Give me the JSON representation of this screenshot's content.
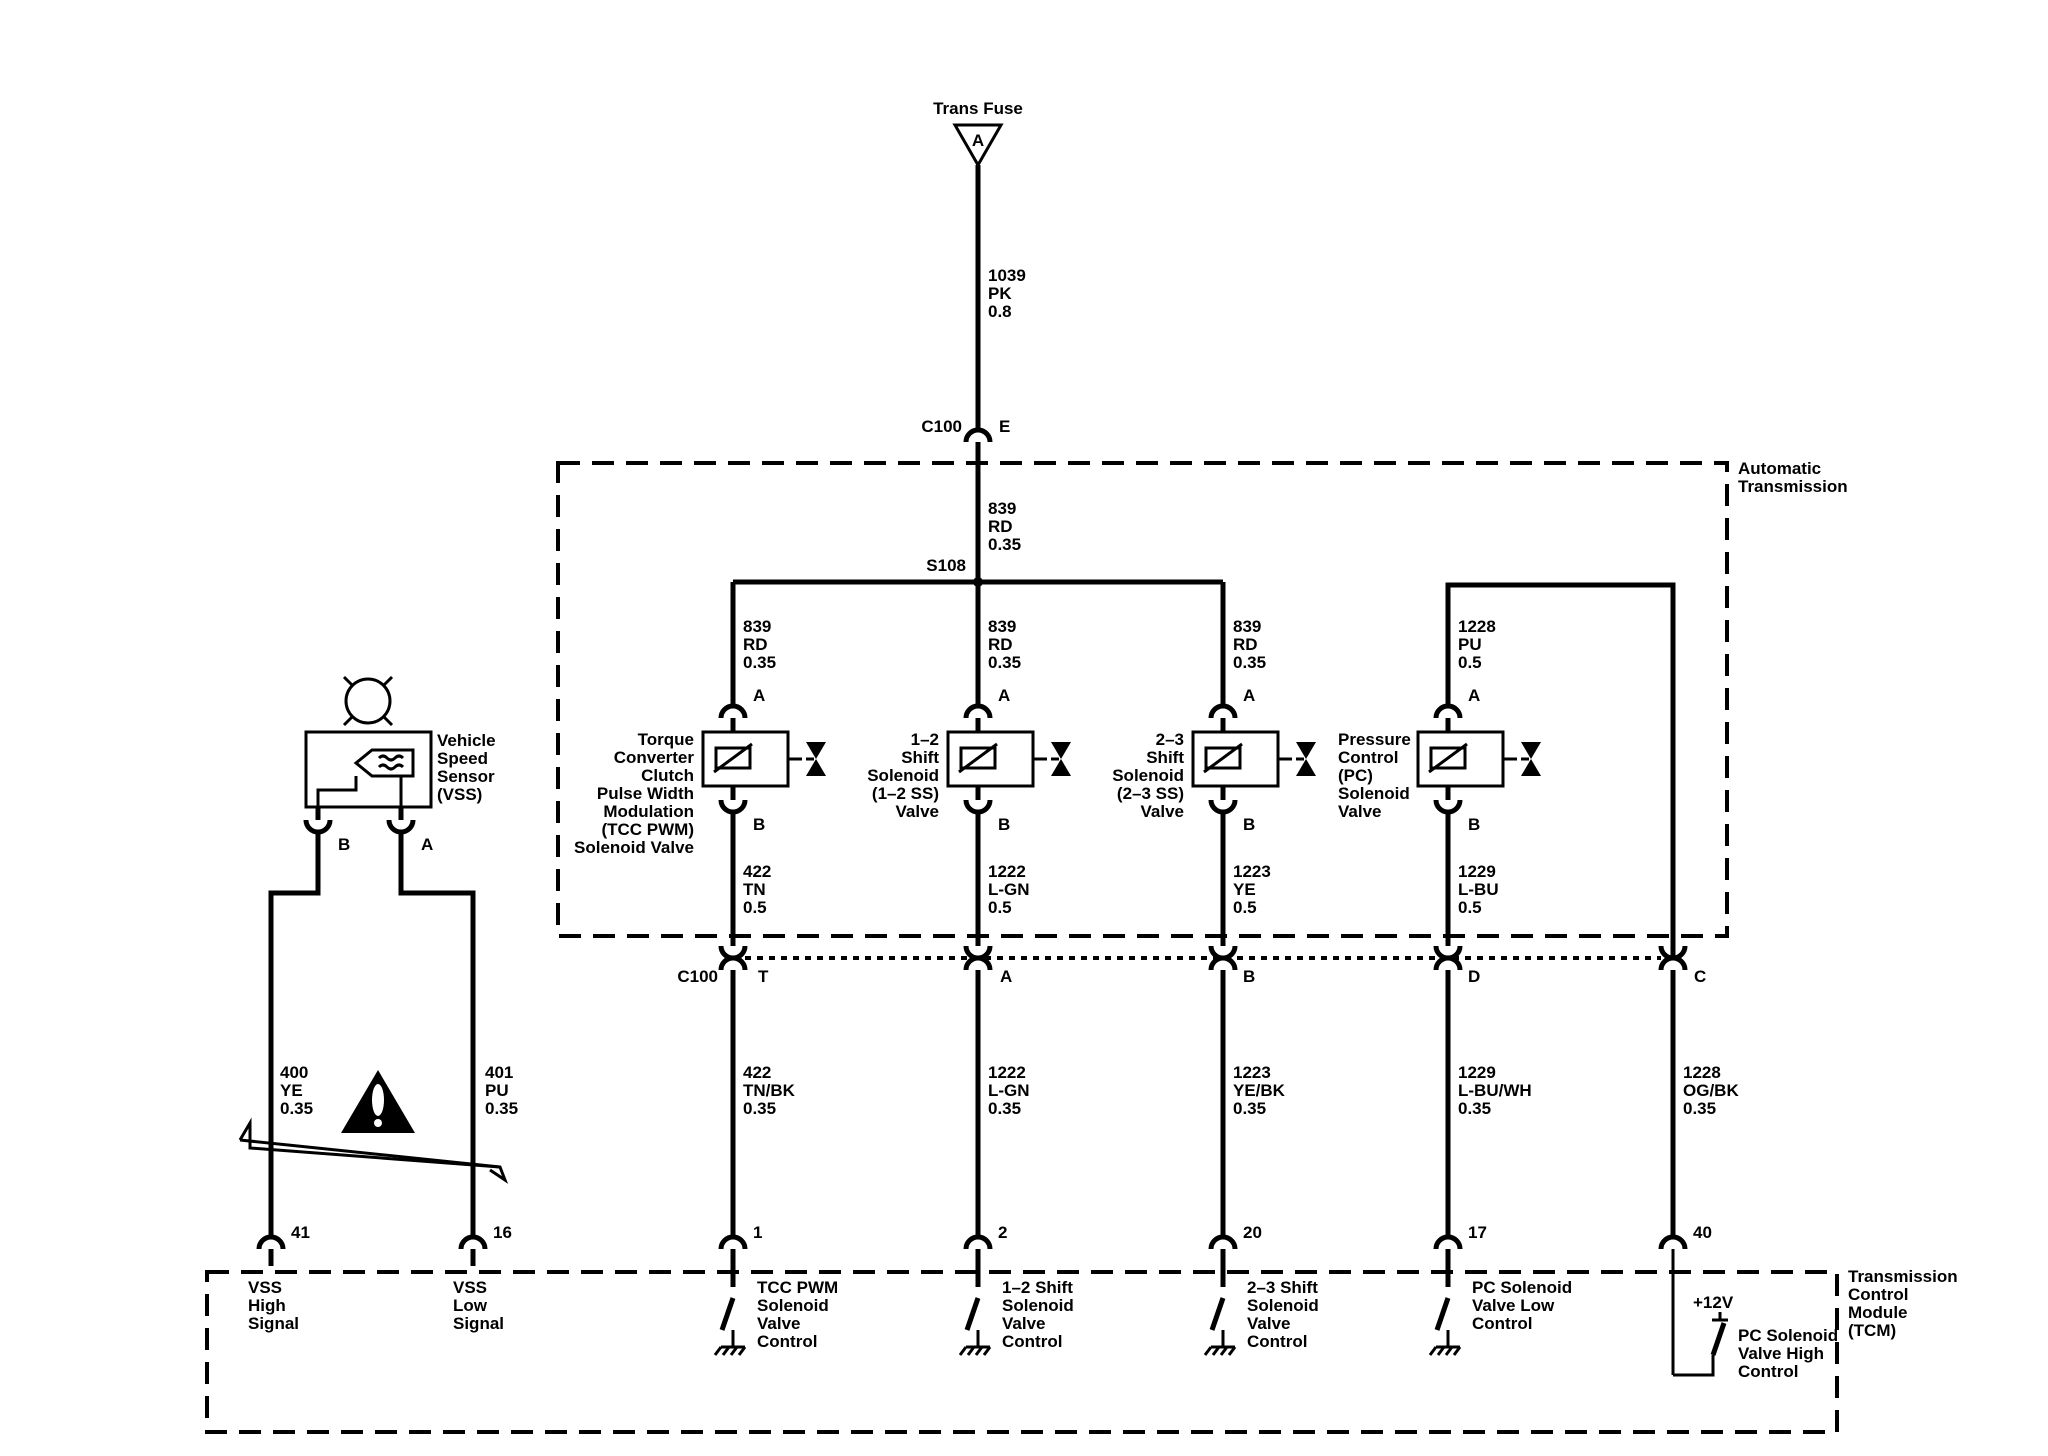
{
  "fuse": {
    "label": "Trans Fuse",
    "letter": "A"
  },
  "feed_wire": {
    "circuit": "1039",
    "color": "PK",
    "gauge": "0.8"
  },
  "c100_top": {
    "name": "C100",
    "pin": "E"
  },
  "transmission_label": [
    "Automatic",
    "Transmission"
  ],
  "splice_wire": {
    "circuit": "839",
    "color": "RD",
    "gauge": "0.35"
  },
  "splice": "S108",
  "solenoids": [
    {
      "id": "tcc",
      "name": [
        "Torque",
        "Converter",
        "Clutch",
        "Pulse Width",
        "Modulation",
        "(TCC PWM)",
        "Solenoid Valve"
      ],
      "pin_a": "A",
      "pin_b": "B",
      "upper": {
        "circuit": "839",
        "color": "RD",
        "gauge": "0.35"
      },
      "lower": {
        "circuit": "422",
        "color": "TN",
        "gauge": "0.5"
      },
      "c100_pin": "T",
      "harness": {
        "circuit": "422",
        "color": "TN/BK",
        "gauge": "0.35"
      },
      "tcm_pin": "1",
      "tcm_label": [
        "TCC PWM",
        "Solenoid",
        "Valve",
        "Control"
      ]
    },
    {
      "id": "ss12",
      "name": [
        "1–2",
        "Shift",
        "Solenoid",
        "(1–2 SS)",
        "Valve"
      ],
      "pin_a": "A",
      "pin_b": "B",
      "upper": {
        "circuit": "839",
        "color": "RD",
        "gauge": "0.35"
      },
      "lower": {
        "circuit": "1222",
        "color": "L-GN",
        "gauge": "0.5"
      },
      "c100_pin": "A",
      "harness": {
        "circuit": "1222",
        "color": "L-GN",
        "gauge": "0.35"
      },
      "tcm_pin": "2",
      "tcm_label": [
        "1–2 Shift",
        "Solenoid",
        "Valve",
        "Control"
      ]
    },
    {
      "id": "ss23",
      "name": [
        "2–3",
        "Shift",
        "Solenoid",
        "(2–3 SS)",
        "Valve"
      ],
      "pin_a": "A",
      "pin_b": "B",
      "upper": {
        "circuit": "839",
        "color": "RD",
        "gauge": "0.35"
      },
      "lower": {
        "circuit": "1223",
        "color": "YE",
        "gauge": "0.5"
      },
      "c100_pin": "B",
      "harness": {
        "circuit": "1223",
        "color": "YE/BK",
        "gauge": "0.35"
      },
      "tcm_pin": "20",
      "tcm_label": [
        "2–3 Shift",
        "Solenoid",
        "Valve",
        "Control"
      ]
    },
    {
      "id": "pc",
      "name": [
        "Pressure",
        "Control",
        "(PC)",
        "Solenoid",
        "Valve"
      ],
      "pin_a": "A",
      "pin_b": "B",
      "upper": {
        "circuit": "1228",
        "color": "PU",
        "gauge": "0.5"
      },
      "lower": {
        "circuit": "1229",
        "color": "L-BU",
        "gauge": "0.5"
      },
      "c100_pin": "D",
      "harness": {
        "circuit": "1229",
        "color": "L-BU/WH",
        "gauge": "0.35"
      },
      "tcm_pin": "17",
      "tcm_label": [
        "PC Solenoid",
        "Valve Low",
        "Control"
      ]
    }
  ],
  "pc_high": {
    "c100_pin": "C",
    "harness": {
      "circuit": "1228",
      "color": "OG/BK",
      "gauge": "0.35"
    },
    "tcm_pin": "40",
    "voltage": "+12V",
    "tcm_label": [
      "PC Solenoid",
      "Valve High",
      "Control"
    ]
  },
  "c100_bottom": {
    "name": "C100"
  },
  "vss": {
    "name": [
      "Vehicle",
      "Speed",
      "Sensor",
      "(VSS)"
    ],
    "pin_b": "B",
    "pin_a": "A",
    "wire_high": {
      "circuit": "400",
      "color": "YE",
      "gauge": "0.35"
    },
    "wire_low": {
      "circuit": "401",
      "color": "PU",
      "gauge": "0.35"
    },
    "tcm_pin_high": "41",
    "tcm_pin_low": "16",
    "label_high": [
      "VSS",
      "High",
      "Signal"
    ],
    "label_low": [
      "VSS",
      "Low",
      "Signal"
    ]
  },
  "tcm_label": [
    "Transmission",
    "Control",
    "Module",
    "(TCM)"
  ],
  "colors": {
    "ink": "#000000",
    "background": "#ffffff"
  }
}
